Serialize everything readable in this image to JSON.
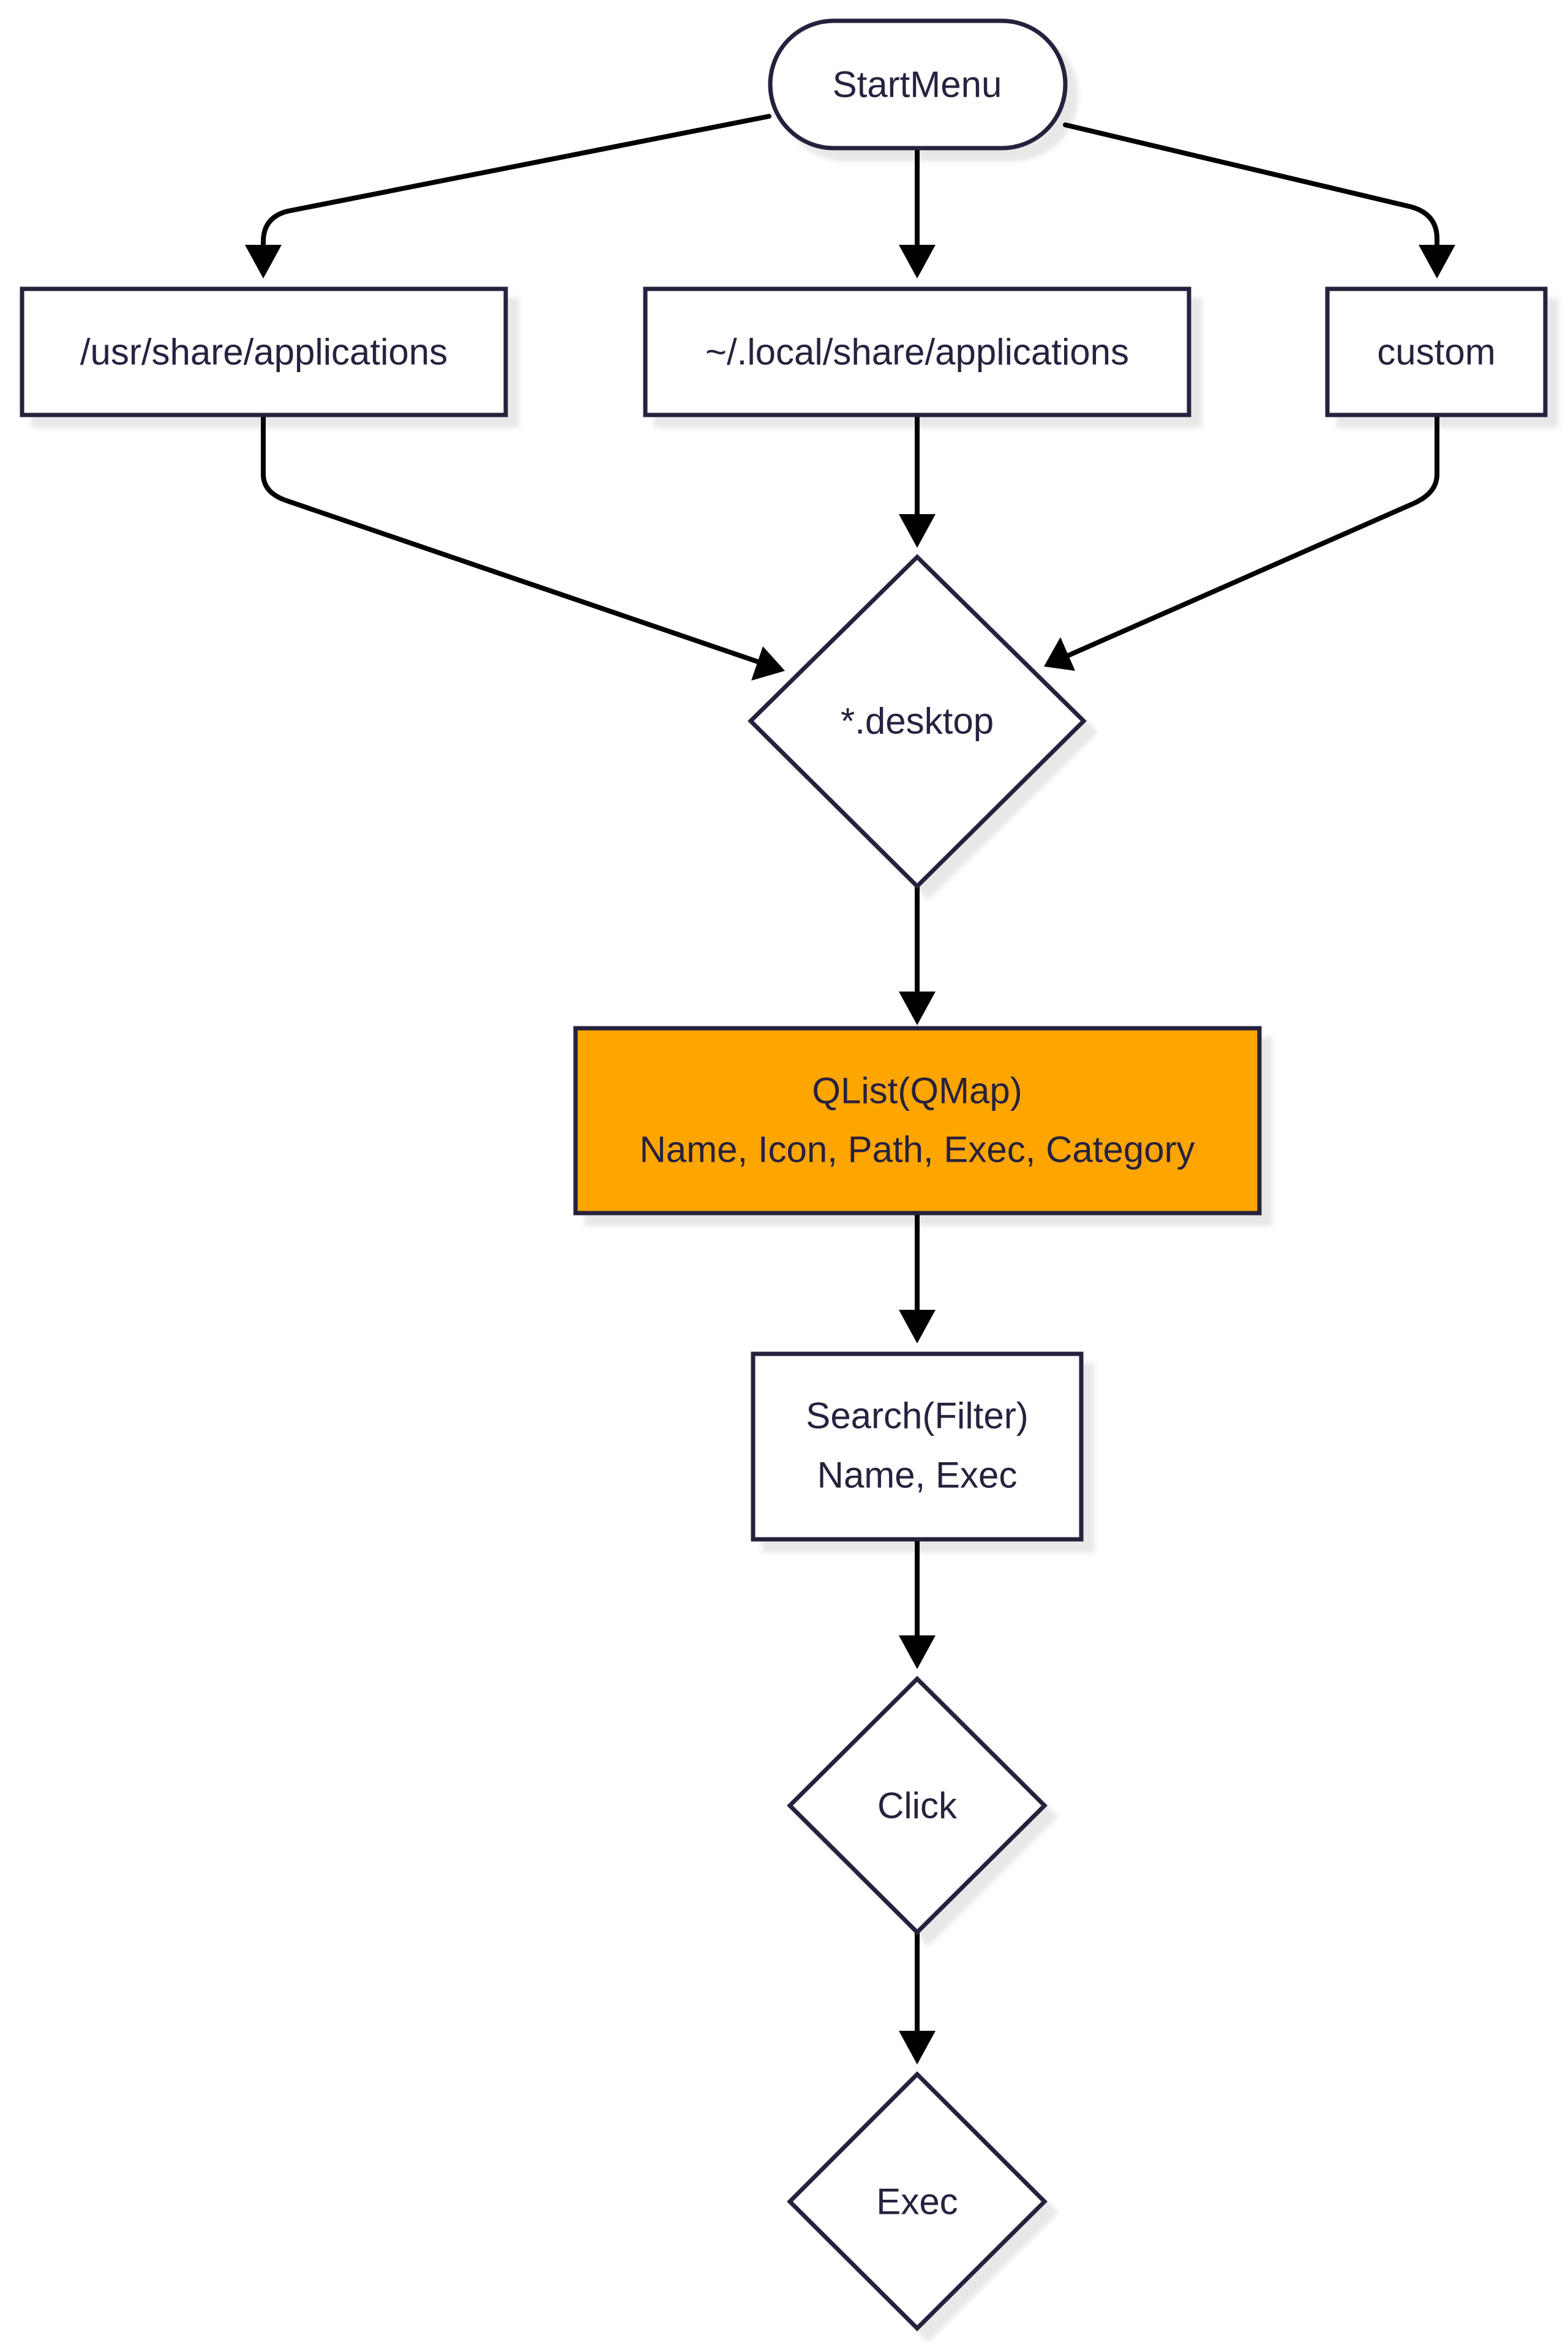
{
  "colors": {
    "node_border": "#26223e",
    "node_fill": "#ffffff",
    "highlight_fill": "#ffa500",
    "edge": "#000000",
    "shadow": "#ececec",
    "text": "#26223e"
  },
  "nodes": {
    "start_menu": {
      "label": "StartMenu"
    },
    "usr_share": {
      "label": "/usr/share/applications"
    },
    "local_share": {
      "label": "~/.local/share/applications"
    },
    "custom": {
      "label": "custom"
    },
    "desktop": {
      "label": "*.desktop"
    },
    "qlist": {
      "line1": "QList(QMap)",
      "line2": "Name, Icon, Path, Exec, Category"
    },
    "search": {
      "line1": "Search(Filter)",
      "line2": "Name, Exec"
    },
    "click": {
      "label": "Click"
    },
    "exec": {
      "label": "Exec"
    }
  },
  "edges": [
    {
      "from": "start_menu",
      "to": "usr_share"
    },
    {
      "from": "start_menu",
      "to": "local_share"
    },
    {
      "from": "start_menu",
      "to": "custom"
    },
    {
      "from": "usr_share",
      "to": "desktop"
    },
    {
      "from": "local_share",
      "to": "desktop"
    },
    {
      "from": "custom",
      "to": "desktop"
    },
    {
      "from": "desktop",
      "to": "qlist"
    },
    {
      "from": "qlist",
      "to": "search"
    },
    {
      "from": "search",
      "to": "click"
    },
    {
      "from": "click",
      "to": "exec"
    }
  ]
}
